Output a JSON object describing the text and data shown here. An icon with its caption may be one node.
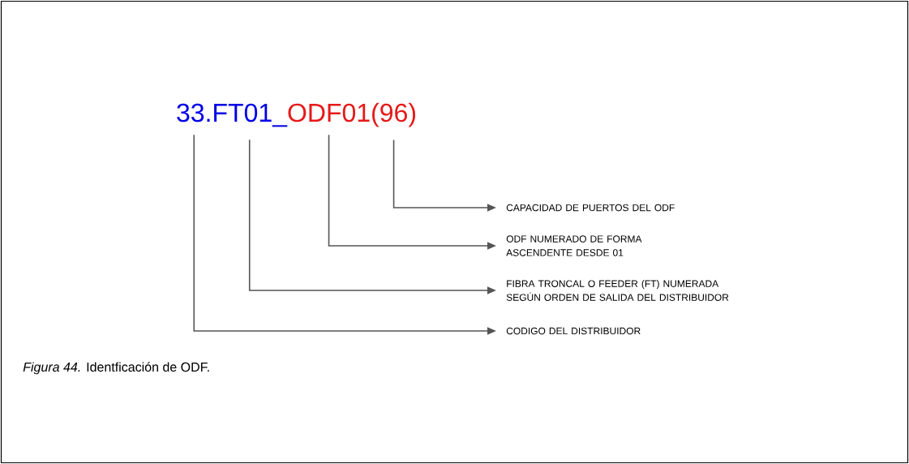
{
  "diagram": {
    "caption": "*Figura 44.* Identficación de ODF.",
    "nodes": [
      {
        "text": [
          "33."
        ]
      },
      {
        "text": [
          "FT01_"
        ]
      },
      {
        "text": [
          "ODF01"
        ]
      },
      {
        "text": [
          "(96)"
        ]
      },
      {
        "text": [
          "CAPACIDAD DE PUERTOS DEL ODF"
        ]
      },
      {
        "text": [
          "ODF NUMERADO DE FORMA ASCENDENTE DESDE 01"
        ]
      },
      {
        "text": [
          "FIBRA TRONCAL O FEEDER (FT) NUMERADA SEGÚN ORDEN DE SALIDA DEL DISTRIBUIDOR"
        ]
      },
      {
        "text": [
          "CODIGO DEL DISTRIBUIDOR"
        ]
      }
    ],
    "edges": [
      {
        "from": 3,
        "to": 4,
        "arrow": "to"
      },
      {
        "from": 2,
        "to": 5,
        "arrow": "to"
      },
      {
        "from": 1,
        "to": 6,
        "arrow": "to"
      },
      {
        "from": 0,
        "to": 7,
        "arrow": "to"
      }
    ]
  }
}
